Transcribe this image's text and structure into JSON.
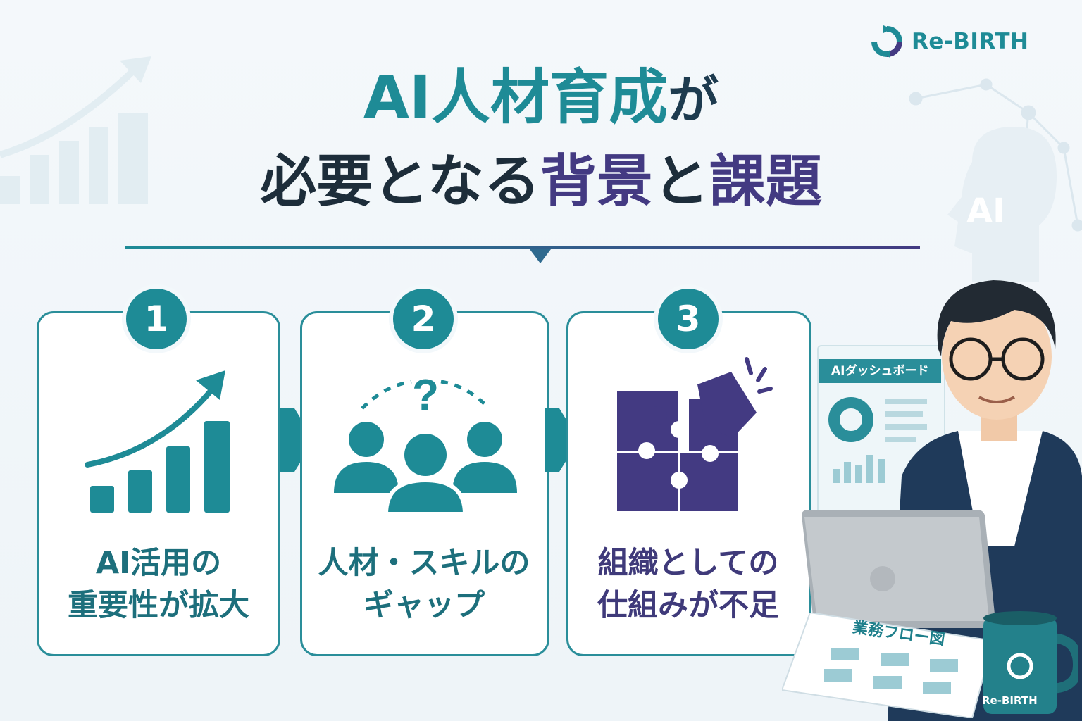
{
  "brand": {
    "name": "Re-BIRTH",
    "logo_icon": "refresh-circle-icon",
    "color": "#1e8b96"
  },
  "title": {
    "line1_main": "AI人材育成",
    "line1_particle": "が",
    "line2_prefix": "必要となる",
    "line2_highlight1": "背景",
    "line2_connector": "と",
    "line2_highlight2": "課題"
  },
  "cards": [
    {
      "number": "1",
      "icon": "growth-bar-chart-icon",
      "line1": "AI活用の",
      "line2": "重要性が拡大"
    },
    {
      "number": "2",
      "icon": "people-question-icon",
      "line1": "人材・スキルの",
      "line2": "ギャップ"
    },
    {
      "number": "3",
      "icon": "puzzle-missing-piece-icon",
      "line1": "組織としての",
      "line2": "仕組みが不足"
    }
  ],
  "background": {
    "ai_head_text": "AI"
  },
  "illustration": {
    "dashboard_title": "AIダッシュボード",
    "flow_doc_title": "業務フロー図",
    "mug_label": "Re-BIRTH"
  },
  "colors": {
    "teal": "#1e8b96",
    "navy": "#1d2d3a",
    "purple": "#433a82"
  }
}
